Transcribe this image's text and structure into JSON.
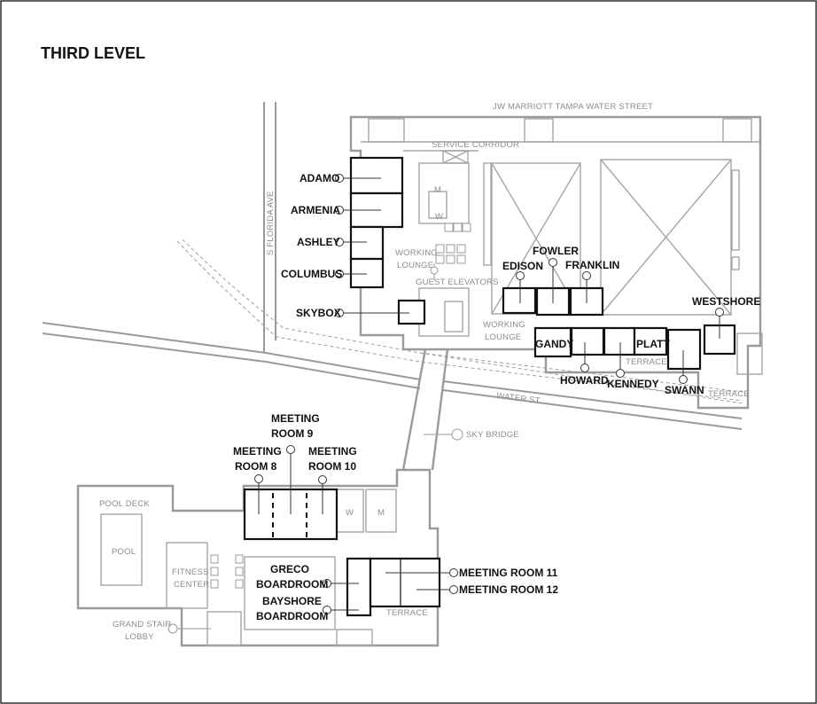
{
  "title": "THIRD LEVEL",
  "streets": {
    "top": "JW MARRIOTT TAMPA WATER STREET",
    "florida": "S FLORIDA AVE",
    "water": "WATER ST"
  },
  "areas": {
    "service_corridor": "SERVICE CORRIDOR",
    "working_lounge_1": [
      "WORKING",
      "LOUNGE"
    ],
    "working_lounge_2": [
      "WORKING",
      "LOUNGE"
    ],
    "guest_elevators": "GUEST ELEVATORS",
    "terrace_1": "TERRACE",
    "terrace_2": "TERRACE",
    "terrace_3": "TERRACE",
    "sky_bridge": "SKY BRIDGE",
    "pool_deck": "POOL DECK",
    "pool": "POOL",
    "fitness_center": [
      "FITNESS",
      "CENTER"
    ],
    "grand_stair_lobby": [
      "GRAND STAIR",
      "LOBBY"
    ],
    "w": "W",
    "m": "M"
  },
  "rooms": {
    "adamo": "ADAMO",
    "armenia": "ARMENIA",
    "ashley": "ASHLEY",
    "columbus": "COLUMBUS",
    "skybox": "SKYBOX",
    "edison": "EDISON",
    "fowler": "FOWLER",
    "franklin": "FRANKLIN",
    "westshore": "WESTSHORE",
    "gandy": "GANDY",
    "platt": "PLATT",
    "howard": "HOWARD",
    "kennedy": "KENNEDY",
    "swann": "SWANN",
    "meeting_room_8": [
      "MEETING",
      "ROOM 8"
    ],
    "meeting_room_9": [
      "MEETING",
      "ROOM 9"
    ],
    "meeting_room_10": [
      "MEETING",
      "ROOM 10"
    ],
    "greco": [
      "GRECO",
      "BOARDROOM"
    ],
    "bayshore": [
      "BAYSHORE",
      "BOARDROOM"
    ],
    "meeting_room_11": "MEETING ROOM 11",
    "meeting_room_12": "MEETING ROOM 12"
  }
}
